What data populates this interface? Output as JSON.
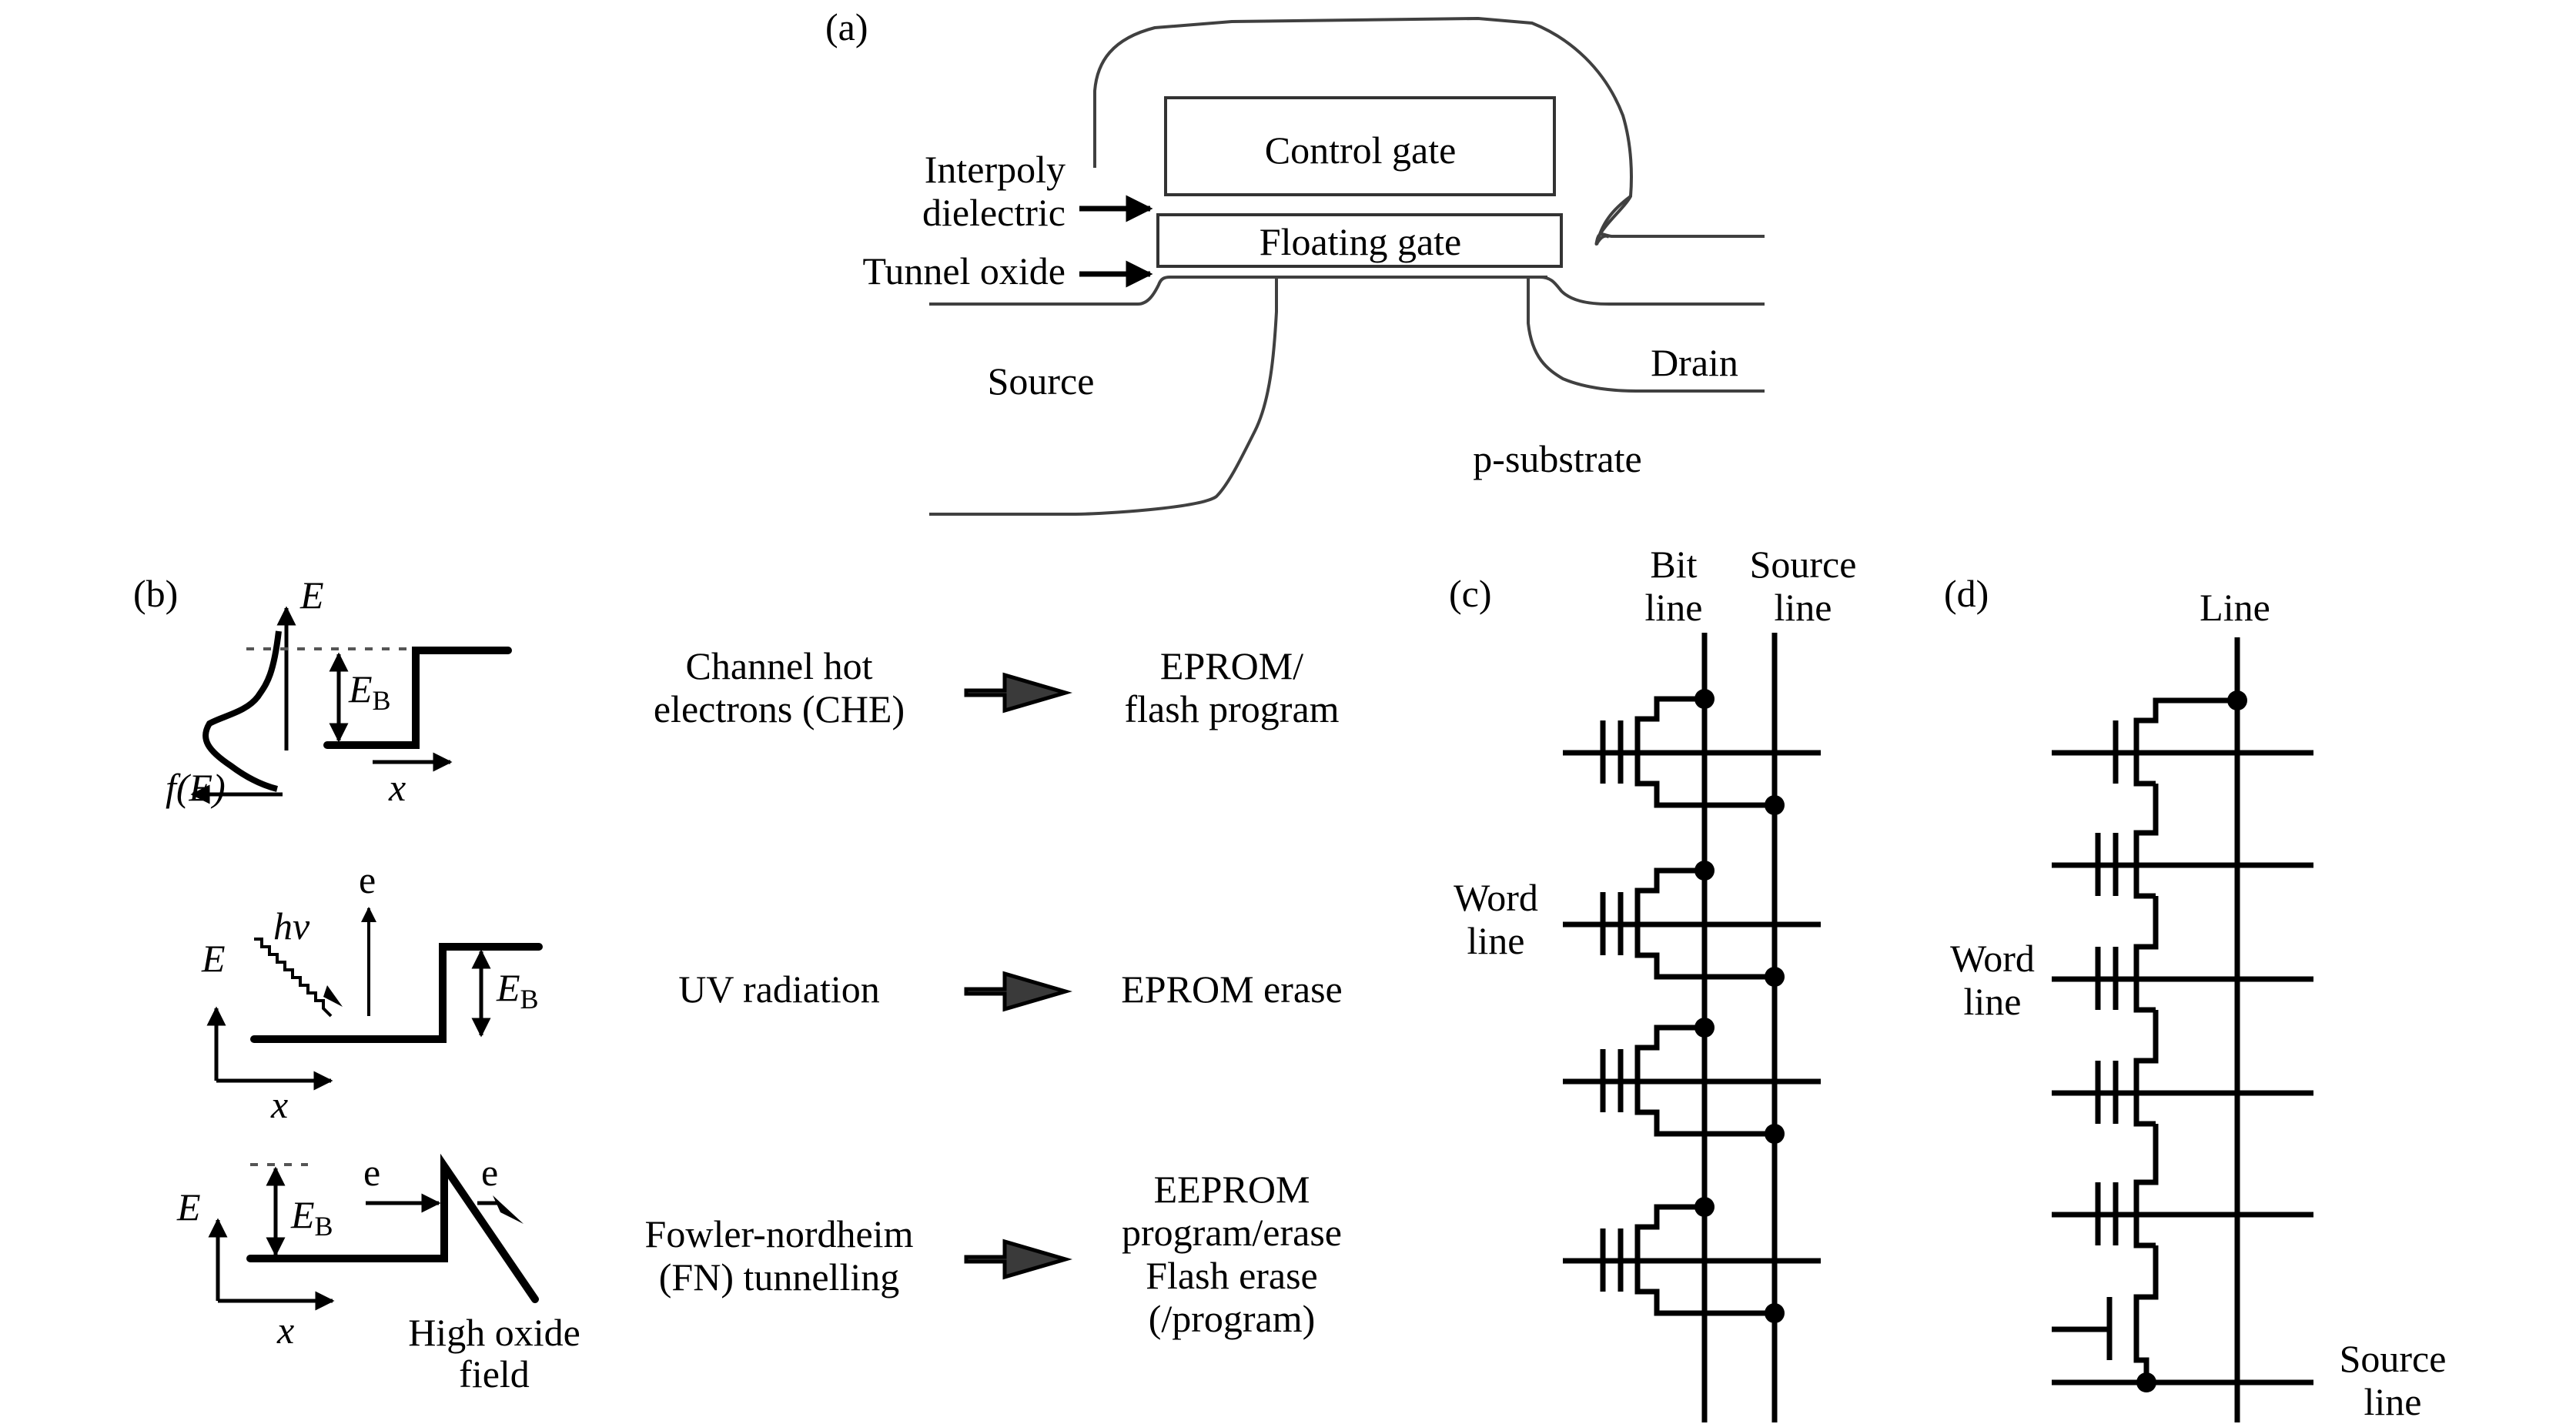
{
  "panels": {
    "a": {
      "label": "(a)",
      "control_gate": "Control gate",
      "floating_gate": "Floating gate",
      "interpoly_line1": "Interpoly",
      "interpoly_line2": "dielectric",
      "tunnel_oxide": "Tunnel oxide",
      "source": "Source",
      "drain": "Drain",
      "substrate": "p-substrate"
    },
    "b": {
      "label": "(b)",
      "rows": [
        {
          "diagram": {
            "E": "E",
            "EB": "E",
            "EB_sub": "B",
            "fE": "f(E)",
            "x": "x"
          },
          "mechanism": [
            "Channel hot",
            "electrons (CHE)"
          ],
          "application": [
            "EPROM/",
            "flash program"
          ]
        },
        {
          "diagram": {
            "E": "E",
            "EB": "E",
            "EB_sub": "B",
            "hv": "hv",
            "e": "e",
            "x": "x"
          },
          "mechanism": [
            "UV radiation"
          ],
          "application": [
            "EPROM erase"
          ]
        },
        {
          "diagram": {
            "E": "E",
            "EB": "E",
            "EB_sub": "B",
            "e_in": "e",
            "e_out": "e",
            "x": "x",
            "field_line1": "High oxide",
            "field_line2": "field"
          },
          "mechanism": [
            "Fowler-nordheim",
            "(FN) tunnelling"
          ],
          "application": [
            "EEPROM",
            "program/erase",
            "Flash erase",
            "(/program)"
          ]
        }
      ]
    },
    "c": {
      "label": "(c)",
      "bit_line": [
        "Bit",
        "line"
      ],
      "source_line": [
        "Source",
        "line"
      ],
      "word_line": [
        "Word",
        "line"
      ],
      "cell_count": 4
    },
    "d": {
      "label": "(d)",
      "line": "Line",
      "word_line": [
        "Word",
        "line"
      ],
      "source_line": [
        "Source",
        "line"
      ],
      "cell_count": 4
    }
  },
  "colors": {
    "ink": "#000000",
    "outline_gray": "#404040",
    "arrow_fill": "#3a3a3a",
    "background": "#ffffff"
  }
}
